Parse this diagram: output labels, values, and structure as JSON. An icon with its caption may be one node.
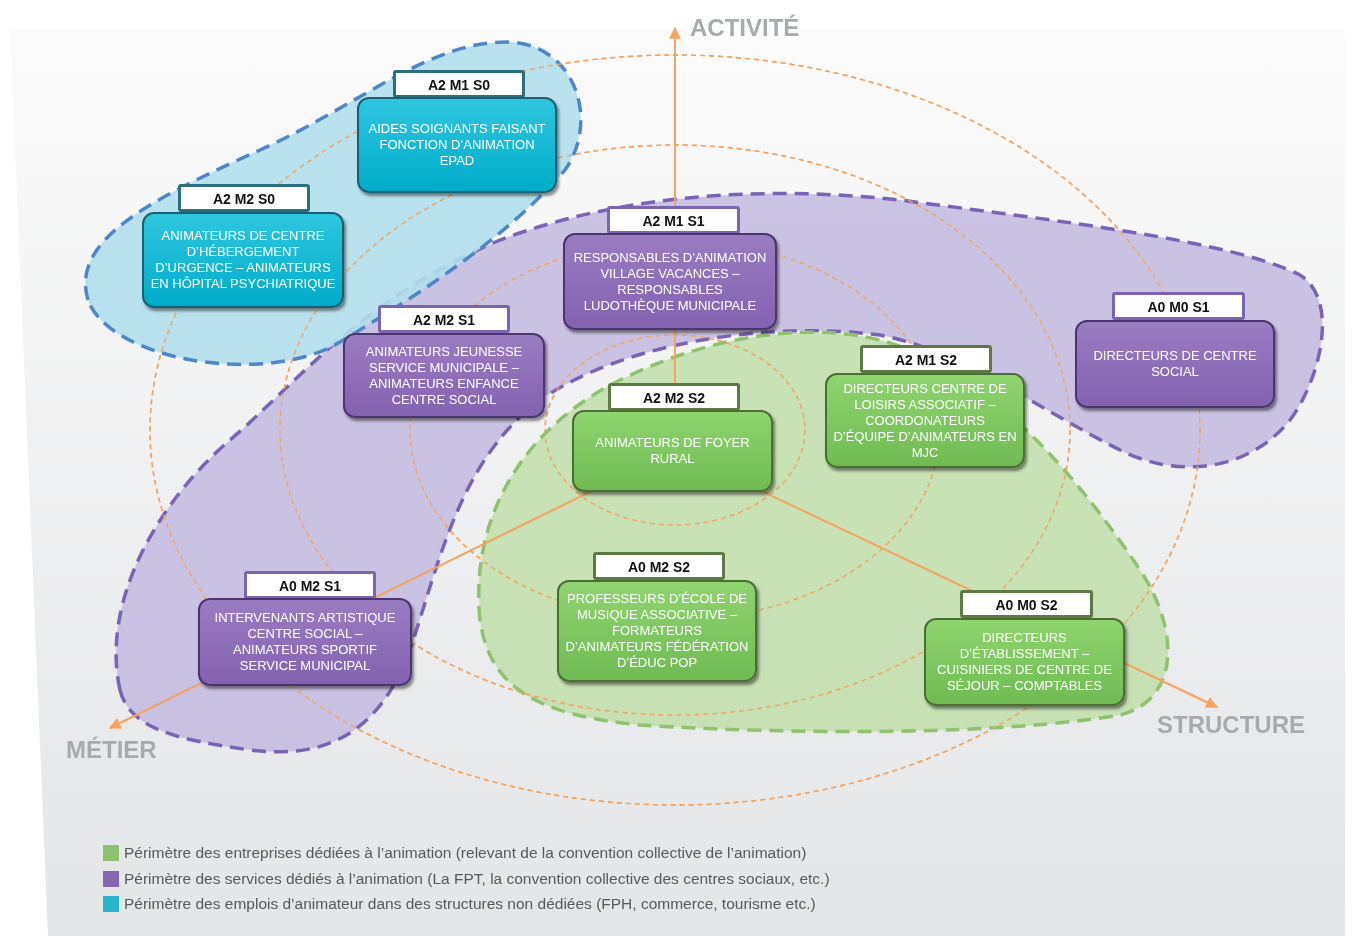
{
  "diagram": {
    "nodes": [
      {
        "text": [
          "A2 M1 S0",
          "AIDES SOIGNANTS FAISANT FONCTION D’ANIMATION EPAD"
        ]
      },
      {
        "text": [
          "A2 M2 S0",
          "ANIMATEURS DE CENTRE D’HÉBERGEMENT D’URGENCE – ANIMATEURS EN HÔPITAL PSYCHIATRIQUE"
        ]
      },
      {
        "text": [
          "A2 M1 S1",
          "RESPONSABLES D’ANIMATION VILLAGE VACANCES – RESPONSABLES LUDOTHÈQUE MUNICIPALE"
        ]
      },
      {
        "text": [
          "A0 M0 S1",
          "DIRECTEURS DE CENTRE SOCIAL"
        ]
      },
      {
        "text": [
          "A2 M2 S1",
          "ANIMATEURS JEUNESSE SERVICE MUNICIPALE – ANIMATEURS ENFANCE CENTRE SOCIAL"
        ]
      },
      {
        "text": [
          "A2 M1 S2",
          "DIRECTEURS CENTRE DE LOISIRS ASSOCIATIF – COORDONATEURS D’ÉQUIPE D’ANIMATEURS EN MJC"
        ]
      },
      {
        "text": [
          "A2 M2 S2",
          "ANIMATEURS DE FOYER RURAL"
        ]
      },
      {
        "text": [
          "A0 M2 S2",
          "PROFESSEURS D’ÉCOLE DE MUSIQUE ASSOCIATIVE – FORMATEURS D’ANIMATEURS FÉDÉRATION D’ÉDUC POP"
        ]
      },
      {
        "text": [
          "A0 M2 S1",
          "INTERVENANTS ARTISTIQUE CENTRE SOCIAL – ANIMATEURS SPORTIF SERVICE MUNICIPAL"
        ]
      },
      {
        "text": [
          "A0 M0 S2",
          "DIRECTEURS D’ÉTABLISSEMENT – CUISINIERS DE CENTRE DE SÉJOUR – COMPTABLES"
        ]
      }
    ],
    "labels": [
      "ACTIVITÉ",
      "MÉTIER",
      "STRUCTURE"
    ],
    "legend": [
      {
        "text": "Périmètre des entreprises dédiées à l’animation (relevant de la convention collective de l’animation)",
        "color": "#8dc26f"
      },
      {
        "text": "Périmètre des services dédiés à l’animation (La FPT, la convention collective des centres sociaux, etc.)",
        "color": "#8466b3"
      },
      {
        "text": "Périmètre des emplois d’animateur dans des structures non dédiées (FPH, commerce, tourisme etc.)",
        "color": "#2ab5cf"
      }
    ]
  }
}
